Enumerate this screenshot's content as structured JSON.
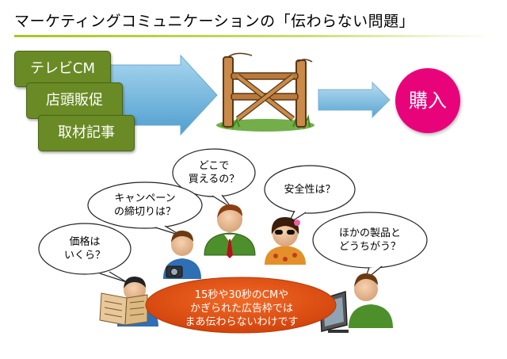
{
  "title": "マーケティングコミュニケーションの「伝わらない問題」",
  "channels": [
    "テレビCM",
    "店頭販促",
    "取材記事"
  ],
  "goal": "購入",
  "questions": {
    "where": "どこで\n買えるの？",
    "campaign": "キャンペーン\nの締切りは？",
    "safety": "安全性は？",
    "price": "価格は\nいくら？",
    "compare": "ほかの製品と\nどうちがう？"
  },
  "summary": "15秒や30秒のCMや\nかぎられた広告枠では\nまあ伝わらないわけです",
  "colors": {
    "channel_green": "#6a8a25",
    "arrow_blue": "#6fb6dc",
    "goal_pink": "#e8037a",
    "summary_orange": "#e04e12"
  }
}
